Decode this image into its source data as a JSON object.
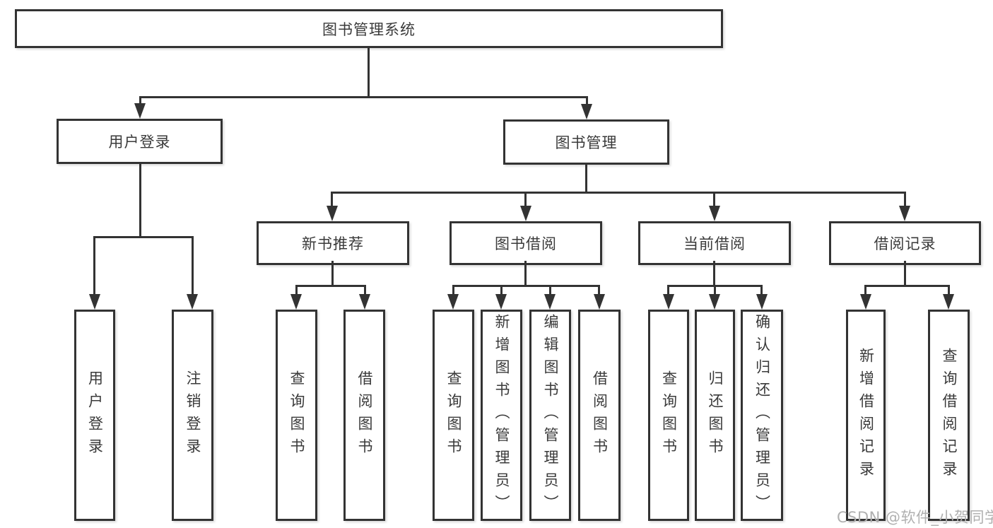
{
  "tree": {
    "label": "图书管理系统",
    "children": [
      {
        "label": "用户登录",
        "children": [
          {
            "label": "用户登录"
          },
          {
            "label": "注销登录"
          }
        ]
      },
      {
        "label": "图书管理",
        "children": [
          {
            "label": "新书推荐",
            "children": [
              {
                "label": "查询图书"
              },
              {
                "label": "借阅图书"
              }
            ]
          },
          {
            "label": "图书借阅",
            "children": [
              {
                "label": "查询图书"
              },
              {
                "label": "新增图书（管理员）"
              },
              {
                "label": "编辑图书（管理员）"
              },
              {
                "label": "借阅图书"
              }
            ]
          },
          {
            "label": "当前借阅",
            "children": [
              {
                "label": "查询图书"
              },
              {
                "label": "归还图书"
              },
              {
                "label": "确认归还（管理员）"
              }
            ]
          },
          {
            "label": "借阅记录",
            "children": [
              {
                "label": "新增借阅记录"
              },
              {
                "label": "查询借阅记录"
              }
            ]
          }
        ]
      }
    ]
  },
  "watermark": "CSDN @软件_小贺同学",
  "colors": {
    "line": "#333333",
    "box_border": "#333333",
    "box_fill": "#ffffff",
    "text": "#3a3a3a",
    "watermark": "#b0b0b0",
    "background": "#ffffff"
  }
}
